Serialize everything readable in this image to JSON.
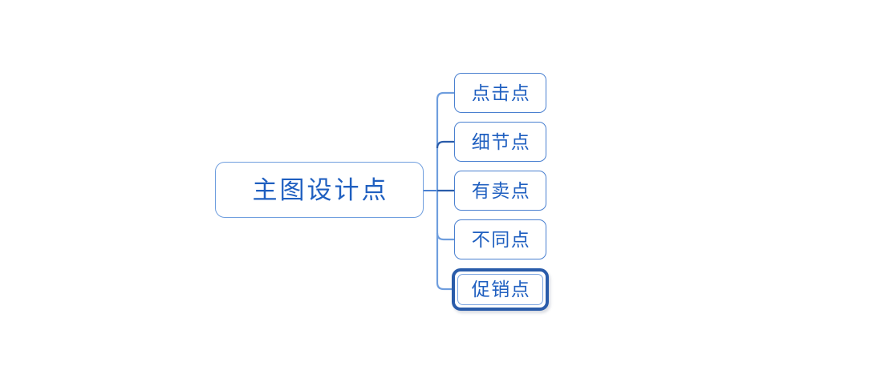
{
  "diagram": {
    "type": "mindmap",
    "background_color": "#ffffff",
    "accent_color": "#1f5fc0",
    "border_color": "#4a80d0",
    "selected_border_color": "#2a5caa",
    "root": {
      "label": "主图设计点"
    },
    "children": [
      {
        "label": "点击点",
        "selected": false
      },
      {
        "label": "细节点",
        "selected": false
      },
      {
        "label": "有卖点",
        "selected": false
      },
      {
        "label": "不同点",
        "selected": false
      },
      {
        "label": "促销点",
        "selected": true
      }
    ]
  }
}
